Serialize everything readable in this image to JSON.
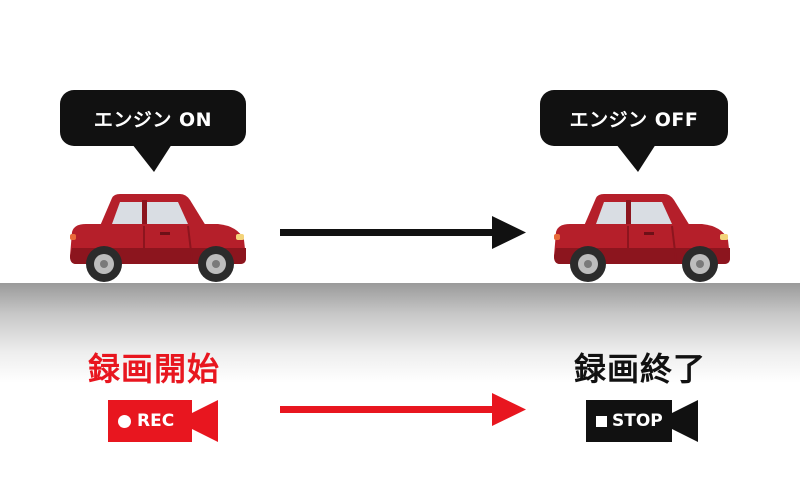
{
  "bubbles": {
    "start": "エンジン ON",
    "end": "エンジン OFF"
  },
  "labels": {
    "start": "録画開始",
    "end": "録画終了"
  },
  "camera": {
    "rec": "REC",
    "stop": "STOP"
  },
  "colors": {
    "car_body": "#b51f2a",
    "accent_red": "#e8161f",
    "dark": "#111111"
  },
  "icons": {
    "rec_dot": "record-dot-icon",
    "stop_square": "stop-square-icon"
  }
}
